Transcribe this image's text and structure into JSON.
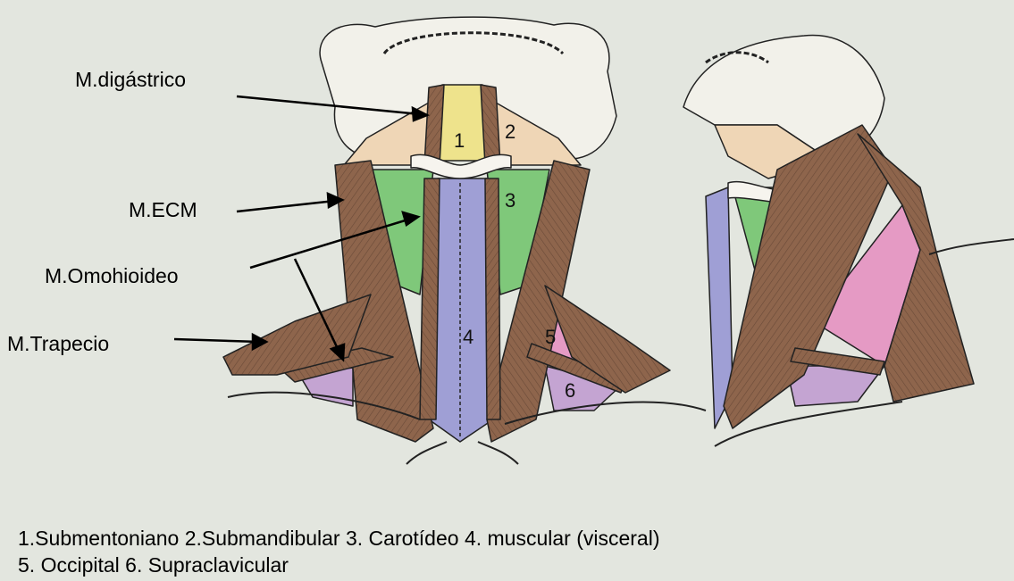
{
  "labels": {
    "digastrico": "M.digástrico",
    "ecm": "M.ECM",
    "omohioideo": "M.Omohioideo",
    "trapecio": "M.Trapecio"
  },
  "regions": {
    "r1": "1",
    "r2": "2",
    "r3": "3",
    "r4": "4",
    "r5": "5",
    "r6": "6"
  },
  "legend": {
    "line1": "1.Submentoniano 2.Submandibular 3. Carotídeo 4. muscular (visceral)",
    "line2": "5. Occipital 6. Supraclavicular"
  },
  "colors": {
    "muscle": "#8e654c",
    "submental": "#eee38c",
    "submandibular": "#efd6b6",
    "carotid": "#7fc87a",
    "muscular_visceral": "#9f9fd5",
    "occipital": "#e59ac4",
    "supraclavicular": "#c4a4d2"
  }
}
